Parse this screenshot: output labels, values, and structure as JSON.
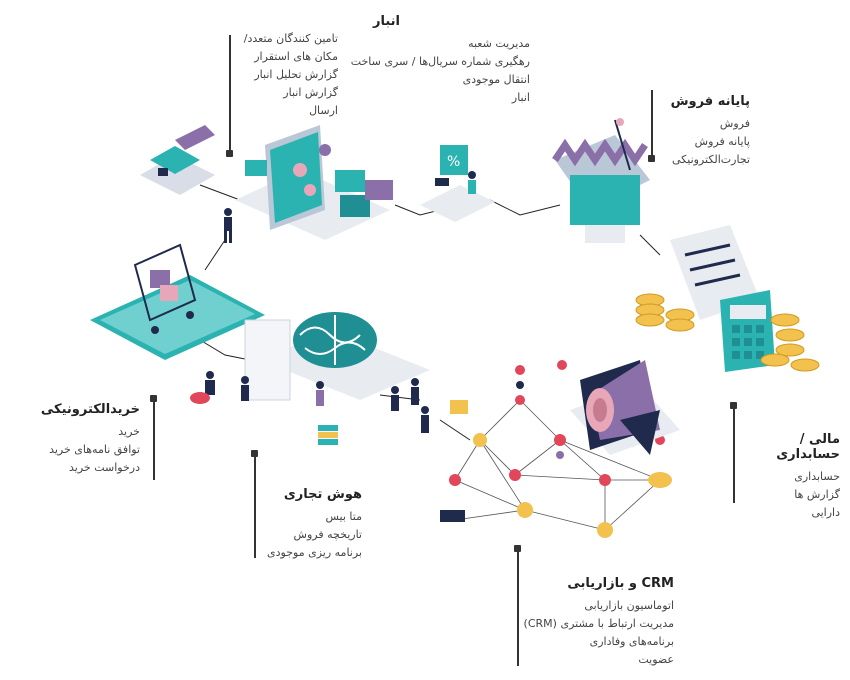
{
  "sections": {
    "warehouse": {
      "title": "انبار",
      "items": [
        "مدیریت شعبه",
        "رهگیری شماره سریال‌ها / سری ساخت",
        "انتقال موجودی",
        "انبار"
      ]
    },
    "warehouse_extra": {
      "items": [
        "تامین کنندگان متعدد/",
        "مکان های استقرار",
        "گزارش تحلیل انبار",
        "گزارش انبار",
        "ارسال"
      ]
    },
    "pos": {
      "title": "پایانه فروش",
      "items": [
        "فروش",
        "پایانه فروش",
        "تجارت‌الکترونیکی"
      ]
    },
    "finance": {
      "title": "مالی / حسابداری",
      "items": [
        "حسابداری",
        "گزارش ها",
        "دارایی"
      ]
    },
    "ecommerce": {
      "title": "خریدالکترونیکی",
      "items": [
        "خرید",
        "توافق نامه‌های خرید",
        "درخواست خرید"
      ]
    },
    "bi": {
      "title": "هوش تجاری",
      "items": [
        "متا بیس",
        "تاریخچه فروش",
        "برنامه ریزی موجودی"
      ]
    },
    "crm": {
      "title": "CRM و بازاریابی",
      "items": [
        "اتوماسیون بازاریابی",
        "مدیریت ارتباط با مشتری (CRM)",
        "برنامه‌های وفاداری",
        "عضویت"
      ]
    }
  },
  "colors": {
    "teal": "#2bb3b1",
    "teal_dark": "#1f8f94",
    "navy": "#1f2a4d",
    "purple": "#8a6fa8",
    "pink": "#e8a7b8",
    "gold": "#f2c14e",
    "red": "#e2465a",
    "gray": "#e8ecf1"
  }
}
